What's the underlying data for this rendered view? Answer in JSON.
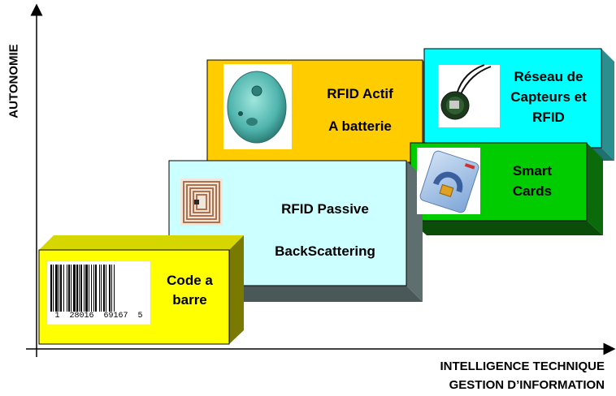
{
  "axes": {
    "y_label": "AUTONOMIE",
    "x_label_line1": "INTELLIGENCE TECHNIQUE",
    "x_label_line2": "GESTION D’INFORMATION"
  },
  "boxes": {
    "barcode": {
      "line1": "Code a",
      "line2": "barre",
      "digits": "1  28016  69167  5"
    },
    "passive": {
      "line1": "RFID Passive",
      "line2": "BackScattering"
    },
    "active": {
      "line1": "RFID Actif",
      "line2": "A batterie"
    },
    "smart": {
      "line1": "Smart",
      "line2": "Cards"
    },
    "sensor": {
      "line1": "Réseau de",
      "line2": "Capteurs et",
      "line3": "RFID"
    }
  },
  "colors": {
    "barcode": "#ffff00",
    "passive": "#ccffff",
    "active": "#ffcc00",
    "smart": "#00cc00",
    "sensor": "#00ffff"
  }
}
